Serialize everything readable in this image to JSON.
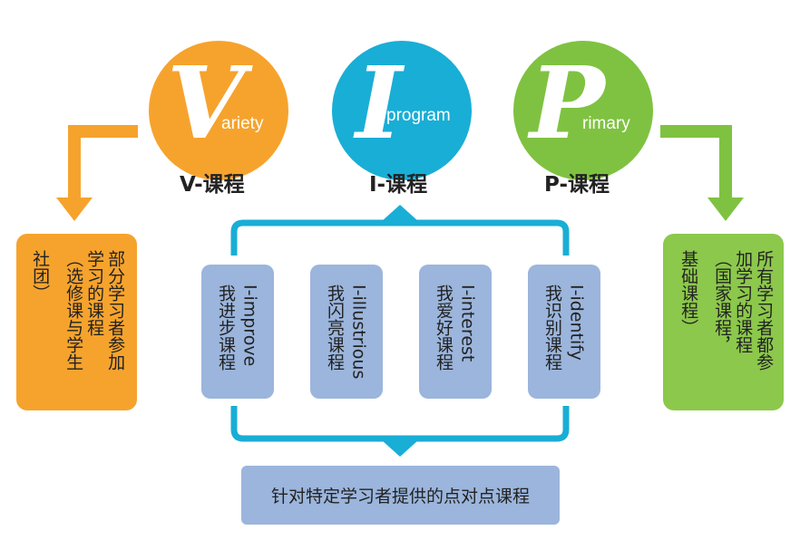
{
  "circles": [
    {
      "id": "v",
      "letter": "V",
      "word": "ariety",
      "caption": "V-课程",
      "color": "#f6a32d"
    },
    {
      "id": "i",
      "letter": "I",
      "word": "program",
      "caption": "I-课程",
      "color": "#19aed6"
    },
    {
      "id": "p",
      "letter": "P",
      "word": "rimary",
      "caption": "P-课程",
      "color": "#7fc241"
    }
  ],
  "left_box": {
    "col1": "部分学习者参加",
    "col2": "学习的课程",
    "col3": "（选修课与学生",
    "col4": "社团）",
    "color": "#f6a32d"
  },
  "right_box": {
    "col1": "所有学习者都参",
    "col2": "加学习的课程",
    "col3": "（国家课程，",
    "col4": "基础课程）",
    "color": "#8cc84b"
  },
  "cards": [
    {
      "line1": "I-improve",
      "line2": "我进步课程"
    },
    {
      "line1": "I-illustrious",
      "line2": "我闪亮课程"
    },
    {
      "line1": "I-interest",
      "line2": "我爱好课程"
    },
    {
      "line1": "I-identify",
      "line2": "我识别课程"
    }
  ],
  "bottom_label": "针对特定学习者提供的点对点课程",
  "colors": {
    "bracket": "#19aed6",
    "card": "#9bb5dc",
    "orange_arrow": "#f6a32d",
    "green_arrow": "#7fc241"
  }
}
